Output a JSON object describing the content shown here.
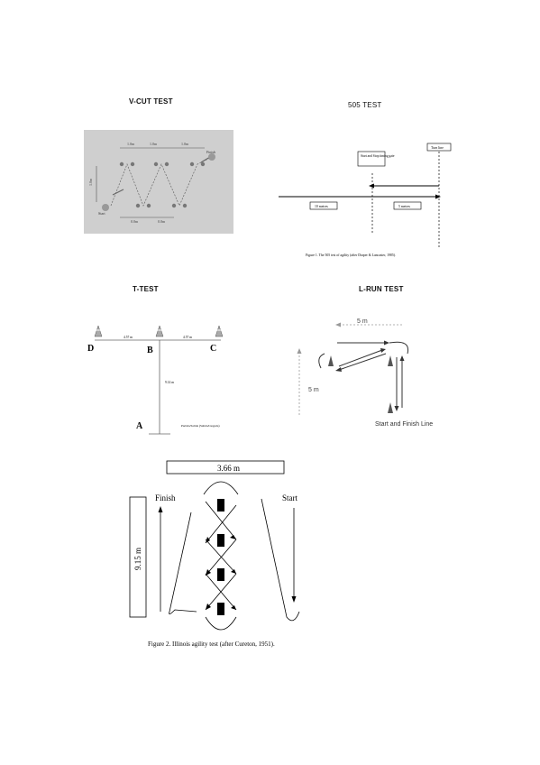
{
  "titles": {
    "vcut": "V-CUT TEST",
    "sos": "505 TEST",
    "ttest": "T-TEST",
    "lrun": "L-RUN TEST"
  },
  "vcut": {
    "top_dims": [
      "1.0m",
      "1.0m",
      "1.0m"
    ],
    "bottom_dims": [
      "0.0m",
      "0.0m"
    ],
    "side_dim": "1.0m",
    "start_label": "Start",
    "finish_label": "Finish"
  },
  "sos": {
    "box_start_stop": "Start and Stop timing gate",
    "box_turn_line": "Turn line",
    "box_10m": "10 metres",
    "box_5m": "5 metres",
    "caption": "Figure 1. The 505 test of agility (after Draper & Lancaster, 1985)."
  },
  "ttest": {
    "labels": {
      "a": "A",
      "b": "B",
      "c": "C",
      "d": "D"
    },
    "dim_left": "4.57 m",
    "dim_right": "4.57 m",
    "dim_vertical": "9.14 m",
    "start_label": "Partida/Salida (Salida/Llegada)"
  },
  "lrun": {
    "dim_top": "5 m",
    "dim_side": "5 m",
    "start_finish": "Start and Finish Line"
  },
  "illinois": {
    "width_label": "3.66 m",
    "length_label": "9.15 m",
    "finish_label": "Finish",
    "start_label": "Start",
    "caption": "Figure 2. Illinois agility test (after Cureton, 1951)."
  }
}
